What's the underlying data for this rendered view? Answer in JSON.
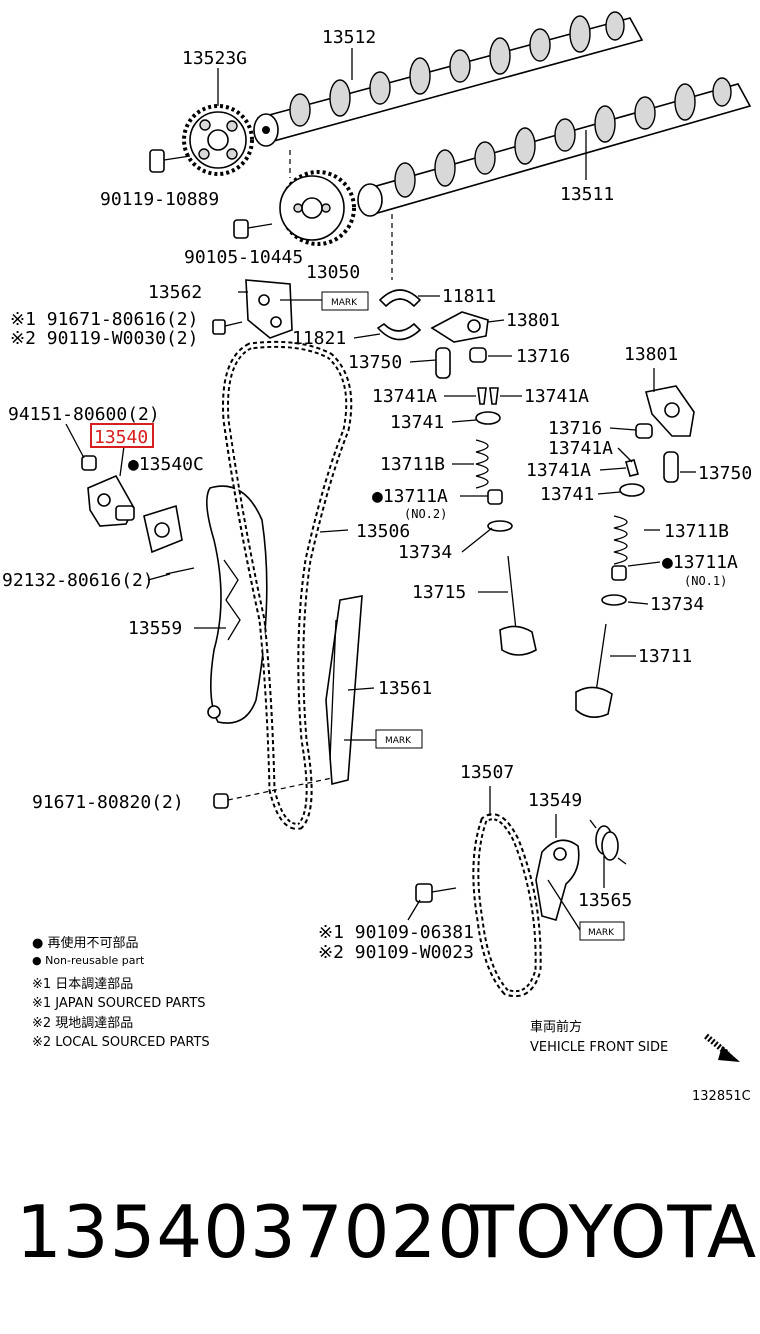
{
  "callouts": [
    {
      "id": "c-13512",
      "text": "13512"
    },
    {
      "id": "c-13523g",
      "text": "13523G"
    },
    {
      "id": "c-90119-10889",
      "text": "90119-10889"
    },
    {
      "id": "c-90105-10445",
      "text": "90105-10445"
    },
    {
      "id": "c-13050",
      "text": "13050"
    },
    {
      "id": "c-13511",
      "text": "13511"
    },
    {
      "id": "c-13562",
      "text": "13562"
    },
    {
      "id": "c-91671-80616",
      "text": "※1 91671-80616(2)"
    },
    {
      "id": "c-90119-w0030",
      "text": "※2 90119-W0030(2)"
    },
    {
      "id": "c-11811",
      "text": "11811"
    },
    {
      "id": "c-11821",
      "text": "11821"
    },
    {
      "id": "c-13801-a",
      "text": "13801"
    },
    {
      "id": "c-13750-a",
      "text": "13750"
    },
    {
      "id": "c-13716-a",
      "text": "13716"
    },
    {
      "id": "c-13801-b",
      "text": "13801"
    },
    {
      "id": "c-94151",
      "text": "94151-80600(2)"
    },
    {
      "id": "c-13540",
      "text": "13540"
    },
    {
      "id": "c-13540c",
      "text": "●13540C"
    },
    {
      "id": "c-13741a-1",
      "text": "13741A"
    },
    {
      "id": "c-13741a-2",
      "text": "13741A"
    },
    {
      "id": "c-13741-a",
      "text": "13741"
    },
    {
      "id": "c-13716-b",
      "text": "13716"
    },
    {
      "id": "c-13741a-3",
      "text": "13741A"
    },
    {
      "id": "c-13711b-a",
      "text": "13711B"
    },
    {
      "id": "c-13741a-4",
      "text": "13741A"
    },
    {
      "id": "c-13750-b",
      "text": "13750"
    },
    {
      "id": "c-13711a-a",
      "text": "●13711A"
    },
    {
      "id": "c-13741-b",
      "text": "13741"
    },
    {
      "id": "c-no2",
      "text": "(NO.2)"
    },
    {
      "id": "c-13506",
      "text": "13506"
    },
    {
      "id": "c-13711b-b",
      "text": "13711B"
    },
    {
      "id": "c-13734-a",
      "text": "13734"
    },
    {
      "id": "c-92132",
      "text": "92132-80616(2)"
    },
    {
      "id": "c-13711a-b",
      "text": "●13711A"
    },
    {
      "id": "c-no1",
      "text": "(NO.1)"
    },
    {
      "id": "c-13715",
      "text": "13715"
    },
    {
      "id": "c-13734-b",
      "text": "13734"
    },
    {
      "id": "c-13559",
      "text": "13559"
    },
    {
      "id": "c-13711",
      "text": "13711"
    },
    {
      "id": "c-13561",
      "text": "13561"
    },
    {
      "id": "c-13507",
      "text": "13507"
    },
    {
      "id": "c-91671-80820",
      "text": "91671-80820(2)"
    },
    {
      "id": "c-13549",
      "text": "13549"
    },
    {
      "id": "c-13565",
      "text": "13565"
    },
    {
      "id": "c-90109-06381",
      "text": "※1 90109-06381"
    },
    {
      "id": "c-90109-w0023",
      "text": "※2 90109-W0023"
    }
  ],
  "mark_tag": "MARK",
  "legend": {
    "non_reusable_jp": "● 再使用不可部品",
    "non_reusable_en": "● Non-reusable part",
    "japan_jp": "※1 日本調達部品",
    "japan_en": "※1 JAPAN SOURCED PARTS",
    "local_jp": "※2 現地調達部品",
    "local_en": "※2 LOCAL SOURCED PARTS"
  },
  "direction": {
    "jp": "車両前方",
    "en": "VEHICLE FRONT SIDE"
  },
  "figure_ref": "132851C",
  "highlight_color": "#d81e1e",
  "part_number": "1354037020",
  "brand": "TOYOTA"
}
